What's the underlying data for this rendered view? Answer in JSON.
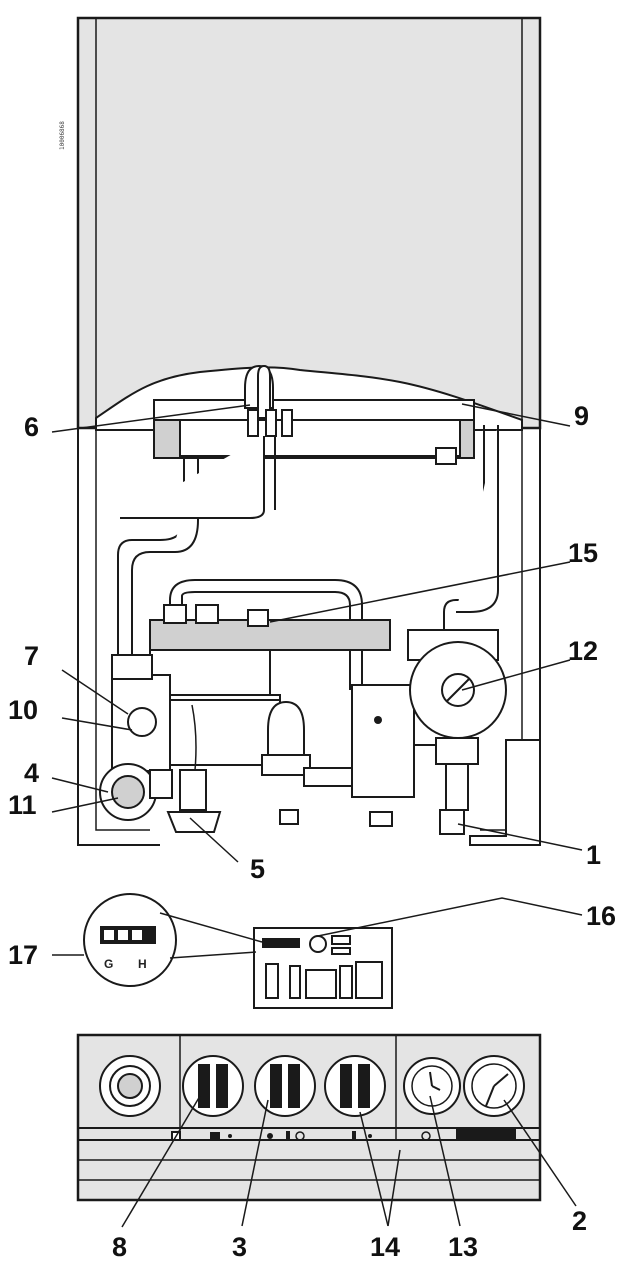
{
  "diagram": {
    "vertical_code": "10006868",
    "switch_labels": {
      "left": "G",
      "right": "H"
    },
    "callouts": [
      {
        "id": "1",
        "text": "1"
      },
      {
        "id": "2",
        "text": "2"
      },
      {
        "id": "3",
        "text": "3"
      },
      {
        "id": "4",
        "text": "4"
      },
      {
        "id": "5",
        "text": "5"
      },
      {
        "id": "6",
        "text": "6"
      },
      {
        "id": "7",
        "text": "7"
      },
      {
        "id": "8",
        "text": "8"
      },
      {
        "id": "9",
        "text": "9"
      },
      {
        "id": "10",
        "text": "10"
      },
      {
        "id": "11",
        "text": "11"
      },
      {
        "id": "12",
        "text": "12"
      },
      {
        "id": "13",
        "text": "13"
      },
      {
        "id": "14",
        "text": "14"
      },
      {
        "id": "15",
        "text": "15"
      },
      {
        "id": "16",
        "text": "16"
      },
      {
        "id": "17",
        "text": "17"
      }
    ]
  }
}
